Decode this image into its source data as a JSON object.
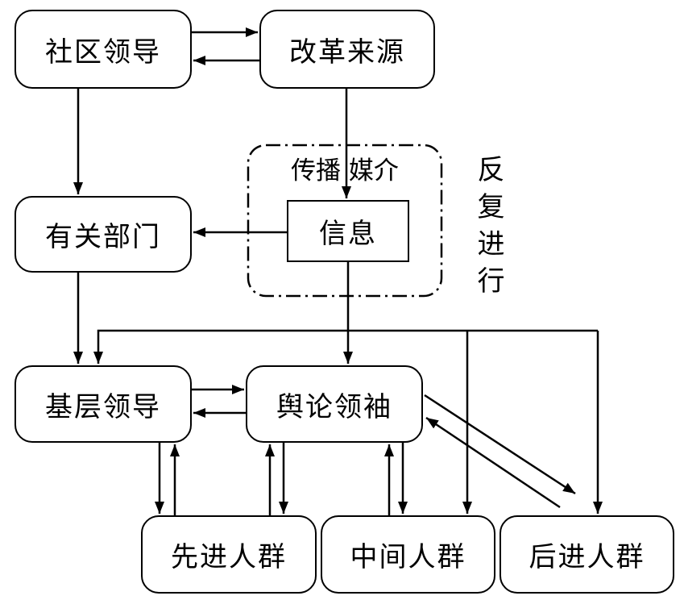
{
  "diagram": {
    "nodes": {
      "community_leader": "社区领导",
      "reform_source": "改革来源",
      "related_departments": "有关部门",
      "information": "信息",
      "grassroots_leader": "基层领导",
      "opinion_leader": "舆论领袖",
      "advanced_group": "先进人群",
      "middle_group": "中间人群",
      "lagging_group": "后进人群"
    },
    "media_label": "传播 媒介",
    "side_label": "反复进行"
  },
  "colors": {
    "stroke": "#000000",
    "background": "#ffffff"
  }
}
